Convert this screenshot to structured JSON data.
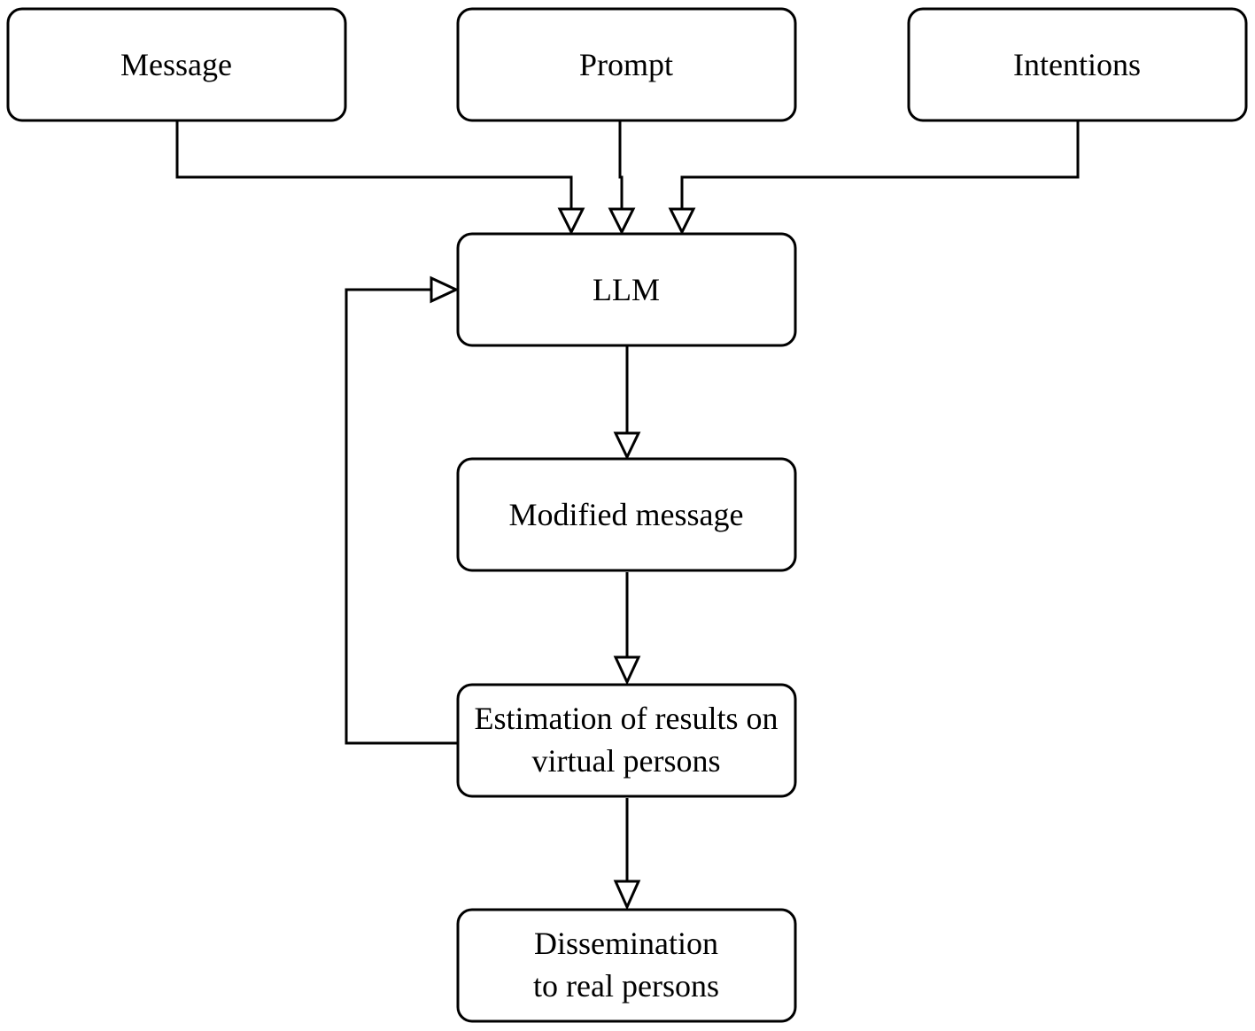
{
  "nodes": {
    "message": {
      "label": "Message"
    },
    "prompt": {
      "label": "Prompt"
    },
    "intentions": {
      "label": "Intentions"
    },
    "llm": {
      "label": "LLM"
    },
    "modified_message": {
      "label": "Modified message"
    },
    "estimation": {
      "lines": [
        "Estimation of results on",
        "virtual persons"
      ]
    },
    "dissemination": {
      "lines": [
        "Dissemination",
        "to real persons"
      ]
    }
  },
  "edges": [
    {
      "from": "Message",
      "to": "LLM"
    },
    {
      "from": "Prompt",
      "to": "LLM"
    },
    {
      "from": "Intentions",
      "to": "LLM"
    },
    {
      "from": "LLM",
      "to": "Modified message"
    },
    {
      "from": "Modified message",
      "to": "Estimation of results on virtual persons"
    },
    {
      "from": "Estimation of results on virtual persons",
      "to": "LLM"
    },
    {
      "from": "Estimation of results on virtual persons",
      "to": "Dissemination to real persons"
    }
  ],
  "colors": {
    "stroke": "#000000",
    "fill": "#ffffff"
  }
}
